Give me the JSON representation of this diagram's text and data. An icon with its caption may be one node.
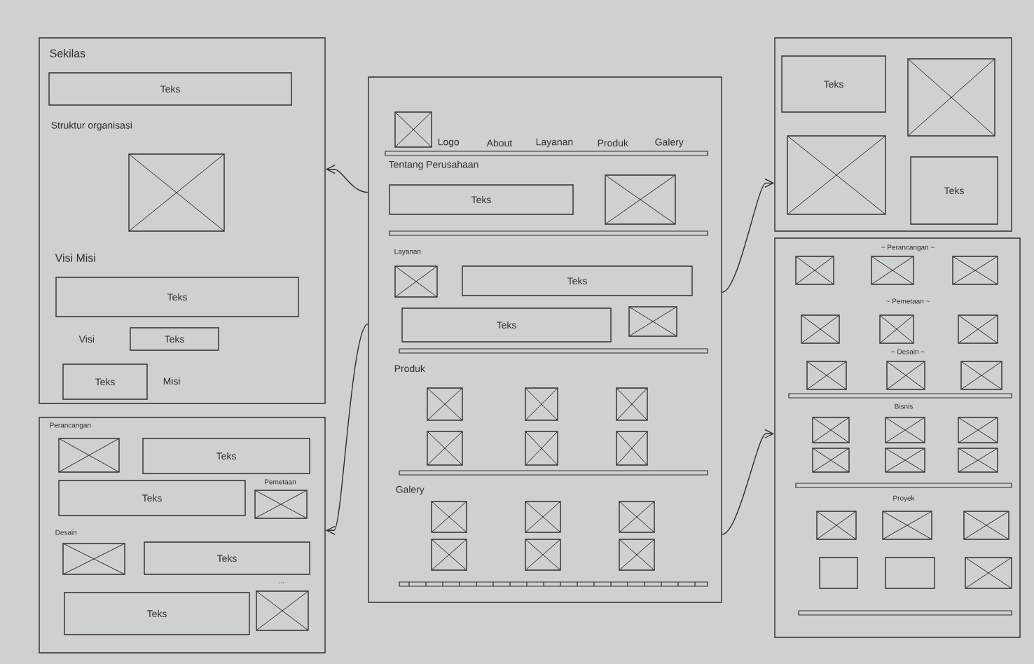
{
  "diagram": {
    "nodes": [
      {
        "text": [],
        "shape": "box"
      },
      {
        "text": [
          "Teks"
        ],
        "in": 0
      },
      {
        "text": [],
        "shape": "box",
        "in": 0
      },
      {
        "text": [
          "Teks"
        ],
        "in": 0
      },
      {
        "text": [
          "Teks"
        ],
        "in": 0
      },
      {
        "text": [
          "Teks"
        ],
        "in": 0
      },
      {
        "text": [],
        "shape": "box"
      },
      {
        "text": [],
        "shape": "box",
        "in": 6
      },
      {
        "text": [
          "Teks"
        ],
        "in": 6
      },
      {
        "text": [
          "Teks"
        ],
        "in": 6
      },
      {
        "text": [],
        "shape": "box",
        "in": 6
      },
      {
        "text": [],
        "shape": "box",
        "in": 6
      },
      {
        "text": [
          "Teks"
        ],
        "in": 6
      },
      {
        "text": [
          "Teks"
        ],
        "in": 6
      },
      {
        "text": [],
        "shape": "box",
        "in": 6
      },
      {
        "text": [],
        "shape": "box"
      },
      {
        "text": [],
        "shape": "box",
        "in": 15
      },
      {
        "text": [
          "Teks"
        ],
        "in": 15
      },
      {
        "text": [],
        "shape": "box",
        "in": 15
      },
      {
        "text": [],
        "shape": "box",
        "in": 15
      },
      {
        "text": [
          "Teks"
        ],
        "in": 15
      },
      {
        "text": [
          "Teks"
        ],
        "in": 15
      },
      {
        "text": [],
        "shape": "box",
        "in": 15
      },
      {
        "text": [],
        "shape": "box",
        "in": 15
      },
      {
        "text": [],
        "shape": "box",
        "in": 15
      },
      {
        "text": [],
        "shape": "box",
        "in": 15
      },
      {
        "text": [],
        "shape": "box",
        "in": 15
      },
      {
        "text": [],
        "shape": "box",
        "in": 15
      },
      {
        "text": [],
        "shape": "box",
        "in": 15
      },
      {
        "text": [],
        "shape": "box",
        "in": 15
      },
      {
        "text": [],
        "shape": "box",
        "in": 15
      },
      {
        "text": [],
        "shape": "box",
        "in": 15
      },
      {
        "text": [],
        "shape": "box",
        "in": 15
      },
      {
        "text": [],
        "shape": "box",
        "in": 15
      },
      {
        "text": [],
        "shape": "box",
        "in": 15
      },
      {
        "text": [],
        "shape": "box"
      },
      {
        "text": [
          "Teks"
        ],
        "in": 35
      },
      {
        "text": [],
        "shape": "box",
        "in": 35
      },
      {
        "text": [],
        "shape": "box",
        "in": 35
      },
      {
        "text": [
          "Teks"
        ],
        "in": 35
      },
      {
        "text": [],
        "shape": "box"
      },
      {
        "text": [],
        "shape": "box",
        "in": 40
      },
      {
        "text": [],
        "shape": "box",
        "in": 40
      },
      {
        "text": [],
        "shape": "box",
        "in": 40
      },
      {
        "text": [],
        "shape": "box",
        "in": 40
      },
      {
        "text": [],
        "shape": "box",
        "in": 40
      },
      {
        "text": [],
        "shape": "box",
        "in": 40
      },
      {
        "text": [],
        "shape": "box",
        "in": 40
      },
      {
        "text": [],
        "shape": "box",
        "in": 40
      },
      {
        "text": [],
        "shape": "box",
        "in": 40
      },
      {
        "text": [],
        "shape": "box",
        "in": 40
      },
      {
        "text": [],
        "shape": "box",
        "in": 40
      },
      {
        "text": [],
        "shape": "box",
        "in": 40
      },
      {
        "text": [],
        "shape": "box",
        "in": 40
      },
      {
        "text": [],
        "shape": "box",
        "in": 40
      },
      {
        "text": [],
        "shape": "box",
        "in": 40
      },
      {
        "text": [],
        "shape": "box",
        "in": 40
      },
      {
        "text": [],
        "shape": "box",
        "in": 40
      },
      {
        "text": [],
        "shape": "box",
        "in": 40
      },
      {
        "text": [],
        "shape": "rectangle",
        "in": 40
      },
      {
        "text": [],
        "shape": "rectangle",
        "in": 40
      },
      {
        "text": [],
        "shape": "box",
        "in": 40
      }
    ],
    "edges": [
      {
        "from": 15,
        "to": 0,
        "arrow": "to"
      },
      {
        "from": 15,
        "to": 6,
        "arrow": "to"
      },
      {
        "from": 15,
        "to": 35,
        "arrow": "to"
      },
      {
        "from": 15,
        "to": 40,
        "arrow": "to"
      }
    ],
    "labels": [
      "Sekilas",
      "Struktur organisasi",
      "Visi Misi",
      "Visi",
      "Misi",
      "Perancangan",
      "Pemetaan",
      "Desain",
      "...",
      "Logo",
      "About",
      "Layanan",
      "Produk",
      "Galery",
      "Tentang Perusahaan",
      "Layanan",
      "Produk",
      "Galery",
      "~ Perancangan ~",
      "~ Pemetaan ~",
      "~ Desain ~",
      "Bisnis",
      "Proyek"
    ]
  }
}
